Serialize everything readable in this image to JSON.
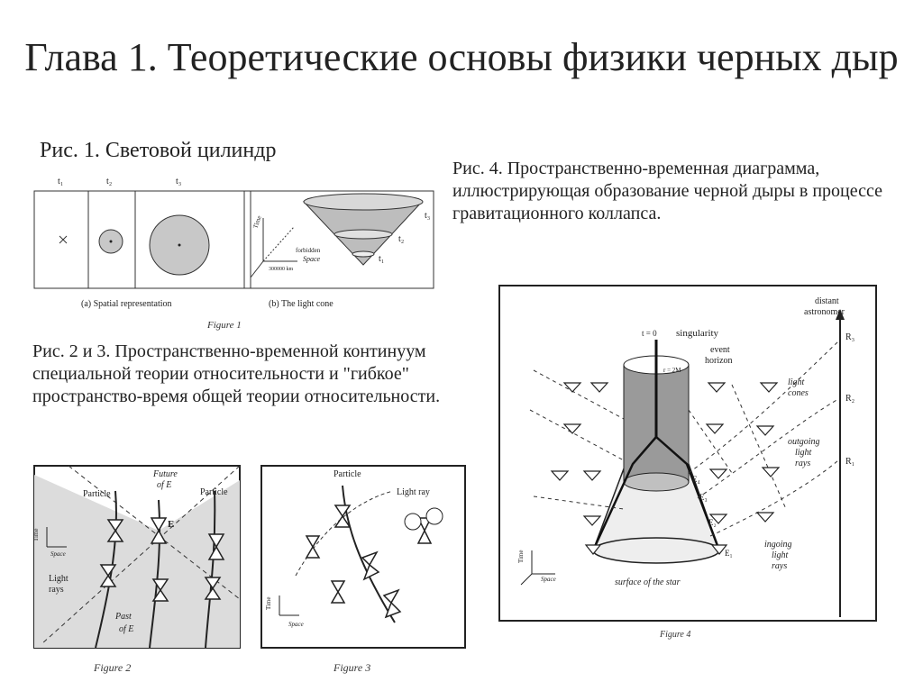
{
  "slide": {
    "title": "Глава 1. Теоретические основы физики черных дыр",
    "caption_fig1": "Рис. 1. Световой цилиндр",
    "caption_fig4": "Рис. 4. Пространственно-временная диаграмма, иллюстрирующая образование черной дыры в процессе гравитационного коллапса.",
    "caption_fig23": "Рис. 2 и 3. Пространственно-временной континуум специальной теории относительности и \"гибкое\" пространство-время общей теории относительности."
  },
  "figure1": {
    "t1": "t₁",
    "t2": "t₂",
    "t3": "t₃",
    "panel_a": "(a) Spatial representation",
    "panel_b": "(b) The light cone",
    "time": "Time",
    "space": "Space",
    "forbidden": "forbidden",
    "scale": "300000 km",
    "cone_t1": "t₁",
    "cone_t2": "t₂",
    "cone_t3": "t₃",
    "caption": "Figure 1"
  },
  "figure2": {
    "future": "Future",
    "of_e": "of E",
    "particle_left": "Particle",
    "particle_right": "Particle",
    "e": "E",
    "light_rays_1": "Light",
    "light_rays_2": "rays",
    "past": "Past",
    "past_of_e": "of E",
    "time": "Time",
    "space": "Space",
    "caption": "Figure 2"
  },
  "figure3": {
    "particle": "Particle",
    "light_ray": "Light ray",
    "time": "Time",
    "space": "Space",
    "caption": "Figure 3"
  },
  "figure4": {
    "t0": "t = 0",
    "singularity": "singularity",
    "event": "event",
    "horizon": "horizon",
    "r2m": "r = 2M",
    "distant_1": "distant",
    "distant_2": "astronomer",
    "r3": "R₃",
    "r2": "R₂",
    "r1": "R₁",
    "light_1": "light",
    "light_2": "cones",
    "outgoing_1": "outgoing",
    "outgoing_2": "light",
    "outgoing_3": "rays",
    "ingoing_1": "ingoing",
    "ingoing_2": "light",
    "ingoing_3": "rays",
    "e1": "E₁",
    "e2": "E₂",
    "e3": "E₃",
    "e4": "E₄",
    "surface": "surface of the star",
    "time": "Time",
    "space": "Space",
    "caption": "Figure 4"
  }
}
